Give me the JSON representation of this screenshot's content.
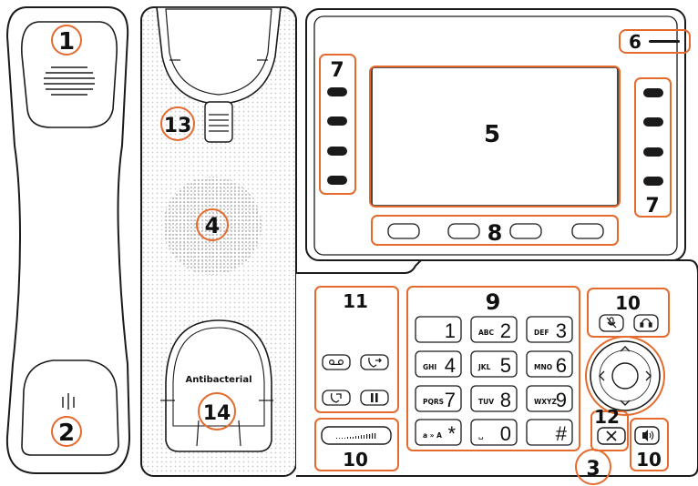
{
  "colors": {
    "callout": "#e46a2e",
    "outline": "#1a1a1a",
    "grille": "#dcdcdc",
    "panel": "#ffffff"
  },
  "brand_text": "Antibacterial",
  "callouts": {
    "c1": "1",
    "c2": "2",
    "c3": "3",
    "c4": "4",
    "c5": "5",
    "c6": "6",
    "c7a": "7",
    "c7b": "7",
    "c8": "8",
    "c9": "9",
    "c10a": "10",
    "c10b": "10",
    "c10c": "10",
    "c11": "11",
    "c12": "12",
    "c13": "13",
    "c14": "14"
  },
  "keypad": [
    {
      "digit": "1",
      "letters": ""
    },
    {
      "digit": "2",
      "letters": "ABC"
    },
    {
      "digit": "3",
      "letters": "DEF"
    },
    {
      "digit": "4",
      "letters": "GHI"
    },
    {
      "digit": "5",
      "letters": "JKL"
    },
    {
      "digit": "6",
      "letters": "MNO"
    },
    {
      "digit": "7",
      "letters": "PQRS"
    },
    {
      "digit": "8",
      "letters": "TUV"
    },
    {
      "digit": "9",
      "letters": "WXYZ"
    },
    {
      "digit": "*",
      "letters": "a » A"
    },
    {
      "digit": "0",
      "letters": "␣"
    },
    {
      "digit": "#",
      "letters": ""
    }
  ],
  "icons": {
    "voicemail": "voicemail-icon",
    "transfer": "transfer-icon",
    "redial": "redial-icon",
    "hold": "hold-icon",
    "mute": "mute-icon",
    "headset": "headset-icon",
    "cancel": "cancel-icon",
    "speaker": "speaker-icon",
    "navigation": "navigation-ring-icon",
    "volume": "volume-bar-icon"
  }
}
